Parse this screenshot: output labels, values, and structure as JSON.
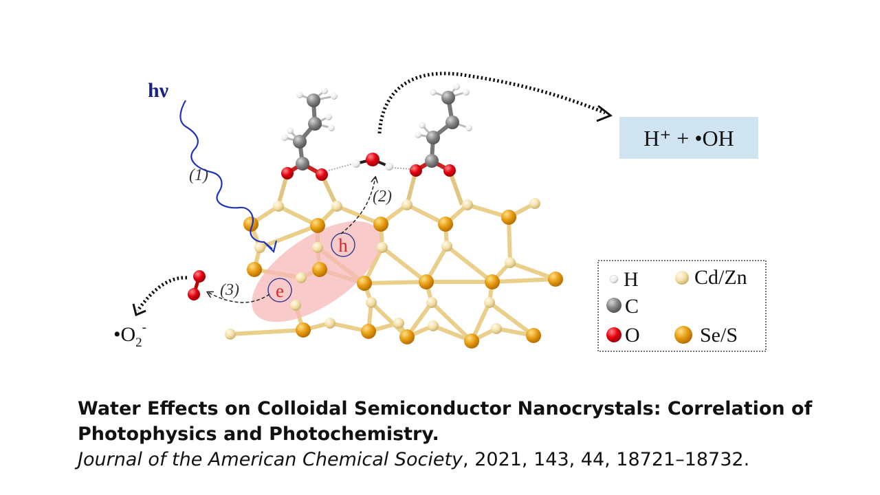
{
  "figure": {
    "photon_label": "hν",
    "step1": "(1)",
    "step2": "(2)",
    "step3": "(3)",
    "hole_label": "h",
    "electron_label": "e",
    "product_box": {
      "text": "H⁺ + •OH",
      "color": "#cfe3f1"
    },
    "superoxide": {
      "base": "•O",
      "sub": "2",
      "sup": "-"
    },
    "legend": {
      "items": [
        {
          "label": "H",
          "color": "#f2f2f2"
        },
        {
          "label": "C",
          "color": "#808080"
        },
        {
          "label": "O",
          "color": "#e3000f"
        },
        {
          "label": "Cd/Zn",
          "color": "#f5e3a8"
        },
        {
          "label": "Se/S",
          "color": "#e39b12"
        }
      ]
    },
    "colors": {
      "photon_wave": "#1f33b8",
      "photon_label": "#1a237e",
      "glow": "#f6b8b8",
      "bond": "#e9cf8a"
    }
  },
  "caption": {
    "title_line1": "Water Effects on Colloidal Semiconductor Nanocrystals: Correlation of",
    "title_line2": "Photophysics and Photochemistry.",
    "journal": "Journal of the American Chemical Society",
    "citation": ", 2021, 143, 44, 18721–18732."
  }
}
